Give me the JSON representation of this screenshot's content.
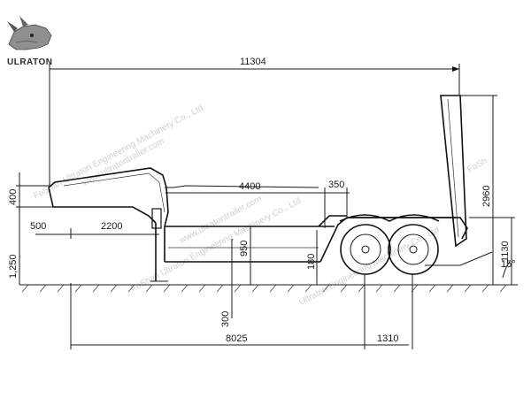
{
  "brand": {
    "name": "ULRATON",
    "logo_icon": "rhino-head-icon"
  },
  "watermarks": [
    "FoShan Ultraton Engineering Machinery Co., Ltd",
    "www.ultratontrailer.com",
    "FoShan Ultraton Engineering Machinery Co., Ltd",
    "www.ultratontrailer.com",
    "Ultraton Engineering Machinery Co., Ltd",
    "FoSh"
  ],
  "dimensions": {
    "overall_length": "11304",
    "deck_length": "4400",
    "ramp_step": "350",
    "gooseneck_height": "400",
    "kingpin_offset": "500",
    "gooseneck_length": "2200",
    "fifth_wheel_height": "1,250",
    "deck_height": "950",
    "platform_step_height": "180",
    "ramp_height": "2960",
    "rear_height": "1130",
    "ramp_angle": "15°",
    "ground_clearance": "300",
    "wheelbase": "8025",
    "axle_spacing": "1310"
  }
}
